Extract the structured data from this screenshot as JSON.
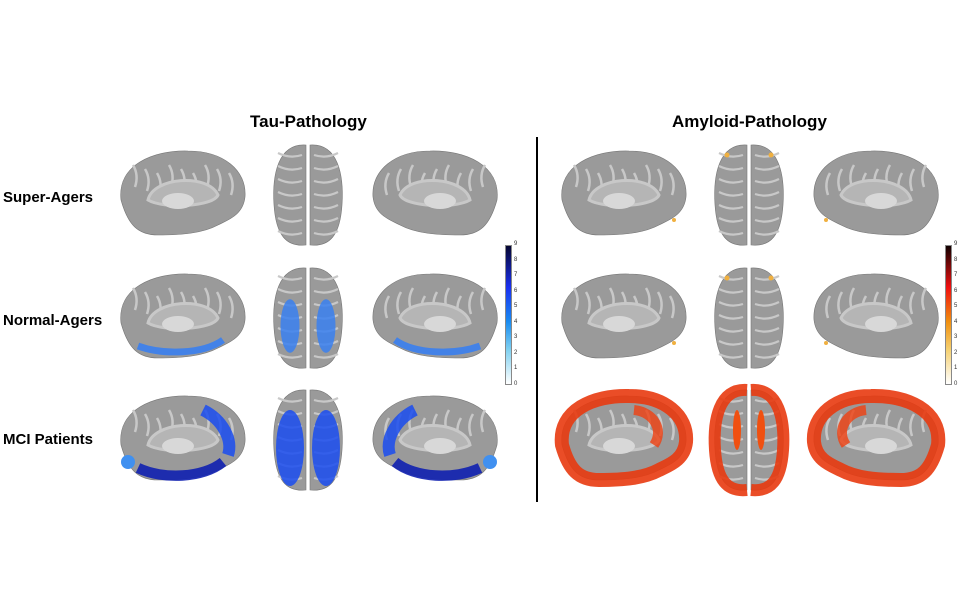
{
  "titles": {
    "tau": "Tau-Pathology",
    "amyloid": "Amyloid-Pathology"
  },
  "rows": [
    "Super-Agers",
    "Normal-Agers",
    "MCI Patients"
  ],
  "colorbar_ticks": [
    "9",
    "8",
    "7",
    "6",
    "5",
    "4",
    "3",
    "2",
    "1",
    "0"
  ],
  "colors": {
    "tau_low": "#e8f6fb",
    "tau_mid": "#1a4cf0",
    "tau_high": "#050530",
    "amy_low": "#fff8e0",
    "amy_mid": "#e02000",
    "amy_high": "#1a0000",
    "cortex": "#9a9a9a",
    "sulci": "#c8c8c8"
  },
  "involvement": {
    "tau": [
      0,
      0.35,
      0.8
    ],
    "amyloid": [
      0.03,
      0.06,
      0.95
    ]
  }
}
